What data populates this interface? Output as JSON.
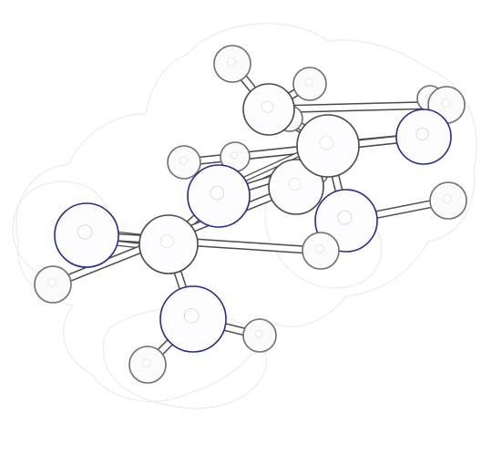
{
  "diagram": {
    "kind": "ball-and-stick molecular model with faint surface outline",
    "colors": {
      "background": "#ffffff",
      "hydrogen_fill": "#fbfbfb",
      "hydrogen_stroke": "#6e6e6e",
      "heavy_fill": "#fdfdff",
      "heavy_stroke_blue": "#2a2a8c",
      "heavy_stroke_gray": "#4a4a4a",
      "bond_stroke": "#4a4a4a",
      "surface_stroke": "#e9ecef"
    },
    "atoms": [
      {
        "id": "h1",
        "element": "H",
        "tone": "gray"
      },
      {
        "id": "h2",
        "element": "H",
        "tone": "gray"
      },
      {
        "id": "h3",
        "element": "H",
        "tone": "gray"
      },
      {
        "id": "c1",
        "element": "C",
        "tone": "gray"
      },
      {
        "id": "h4",
        "element": "H",
        "tone": "gray"
      },
      {
        "id": "h5",
        "element": "H",
        "tone": "gray"
      },
      {
        "id": "c2",
        "element": "C",
        "tone": "blue"
      },
      {
        "id": "h6",
        "element": "H",
        "tone": "gray"
      },
      {
        "id": "c3",
        "element": "C",
        "tone": "gray"
      },
      {
        "id": "h7",
        "element": "H",
        "tone": "gray"
      },
      {
        "id": "h8",
        "element": "H",
        "tone": "gray"
      },
      {
        "id": "h9",
        "element": "H",
        "tone": "gray"
      },
      {
        "id": "h10",
        "element": "H",
        "tone": "gray"
      },
      {
        "id": "n1",
        "element": "N",
        "tone": "blue"
      },
      {
        "id": "c4",
        "element": "C",
        "tone": "gray"
      },
      {
        "id": "o1",
        "element": "O",
        "tone": "blue"
      },
      {
        "id": "h11",
        "element": "H",
        "tone": "gray"
      },
      {
        "id": "n2",
        "element": "N",
        "tone": "blue"
      },
      {
        "id": "c5",
        "element": "C",
        "tone": "gray"
      },
      {
        "id": "h12",
        "element": "H",
        "tone": "gray"
      },
      {
        "id": "n3",
        "element": "N",
        "tone": "blue"
      },
      {
        "id": "h13",
        "element": "H",
        "tone": "gray"
      },
      {
        "id": "h14",
        "element": "H",
        "tone": "gray"
      }
    ],
    "bonds": [
      {
        "a": "h1",
        "b": "c1",
        "order": 1
      },
      {
        "a": "h2",
        "b": "c1",
        "order": 1
      },
      {
        "a": "h3",
        "b": "c1",
        "order": 1
      },
      {
        "a": "c1",
        "b": "c3",
        "order": 1
      },
      {
        "a": "h4",
        "b": "c3",
        "order": 1
      },
      {
        "a": "c3",
        "b": "c2",
        "order": 1
      },
      {
        "a": "c2",
        "b": "h5",
        "order": 1
      },
      {
        "a": "c2",
        "b": "h6",
        "order": 1
      },
      {
        "a": "c2",
        "b": "h7",
        "order": 1
      },
      {
        "a": "c3",
        "b": "n1",
        "order": 2
      },
      {
        "a": "c3",
        "b": "o1",
        "order": 1
      },
      {
        "a": "o1",
        "b": "h10",
        "order": 1
      },
      {
        "a": "n1",
        "b": "h9",
        "order": 1
      },
      {
        "a": "n1",
        "b": "c5",
        "order": 1
      },
      {
        "a": "c5",
        "b": "n2",
        "order": 2
      },
      {
        "a": "n2",
        "b": "h11",
        "order": 1
      },
      {
        "a": "c5",
        "b": "n3",
        "order": 1
      },
      {
        "a": "n3",
        "b": "h13",
        "order": 1
      },
      {
        "a": "n3",
        "b": "h14",
        "order": 1
      },
      {
        "a": "c4",
        "b": "c3",
        "order": 1
      },
      {
        "a": "c4",
        "b": "h12",
        "order": 1
      }
    ]
  }
}
